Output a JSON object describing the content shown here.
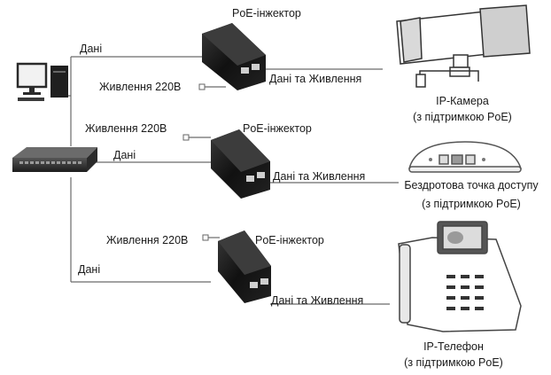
{
  "injector_label": "PoE-інжектор",
  "data_label": "Дані",
  "power_label": "Живлення 220В",
  "data_power_label": "Дані та Живлення",
  "devices": {
    "camera": {
      "name": "IP-Камера",
      "support": "(з підтримкою PoE)"
    },
    "ap": {
      "name": "Бездротова точка доступу",
      "support": "(з підтримкою PoE)"
    },
    "phone": {
      "name": "IP-Телефон",
      "support": "(з підтримкою PoE)"
    }
  }
}
